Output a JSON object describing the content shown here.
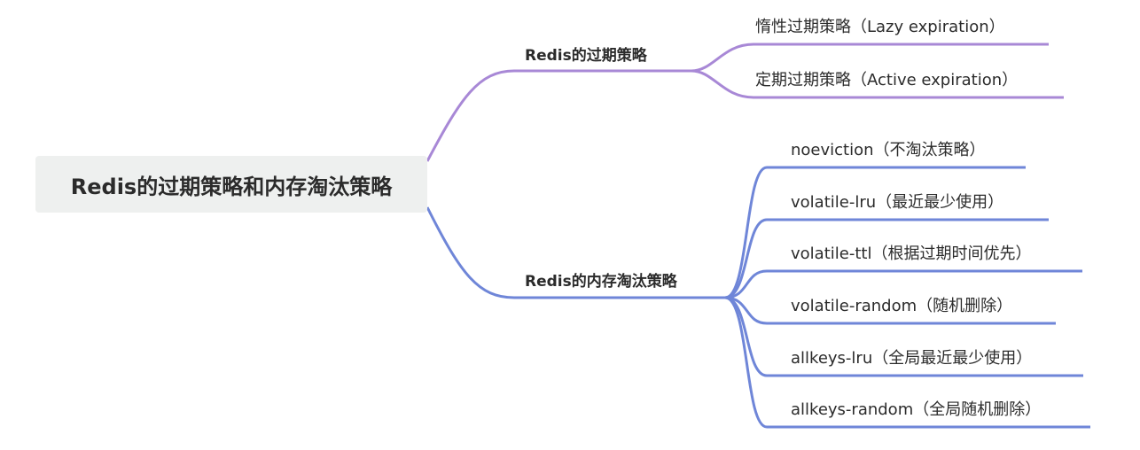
{
  "root": {
    "label": "Redis的过期策略和内存淘汰策略"
  },
  "branches": [
    {
      "label": "Redis的过期策略",
      "color": "#a888d6",
      "children": [
        {
          "label": "惰性过期策略（Lazy expiration）"
        },
        {
          "label": "定期过期策略（Active expiration）"
        }
      ]
    },
    {
      "label": "Redis的内存淘汰策略",
      "color": "#6f86d8",
      "children": [
        {
          "label": "noeviction（不淘汰策略）"
        },
        {
          "label": "volatile-lru（最近最少使用）"
        },
        {
          "label": "volatile-ttl（根据过期时间优先）"
        },
        {
          "label": "volatile-random（随机删除）"
        },
        {
          "label": "allkeys-lru（全局最近最少使用）"
        },
        {
          "label": "allkeys-random（全局随机删除）"
        }
      ]
    }
  ]
}
